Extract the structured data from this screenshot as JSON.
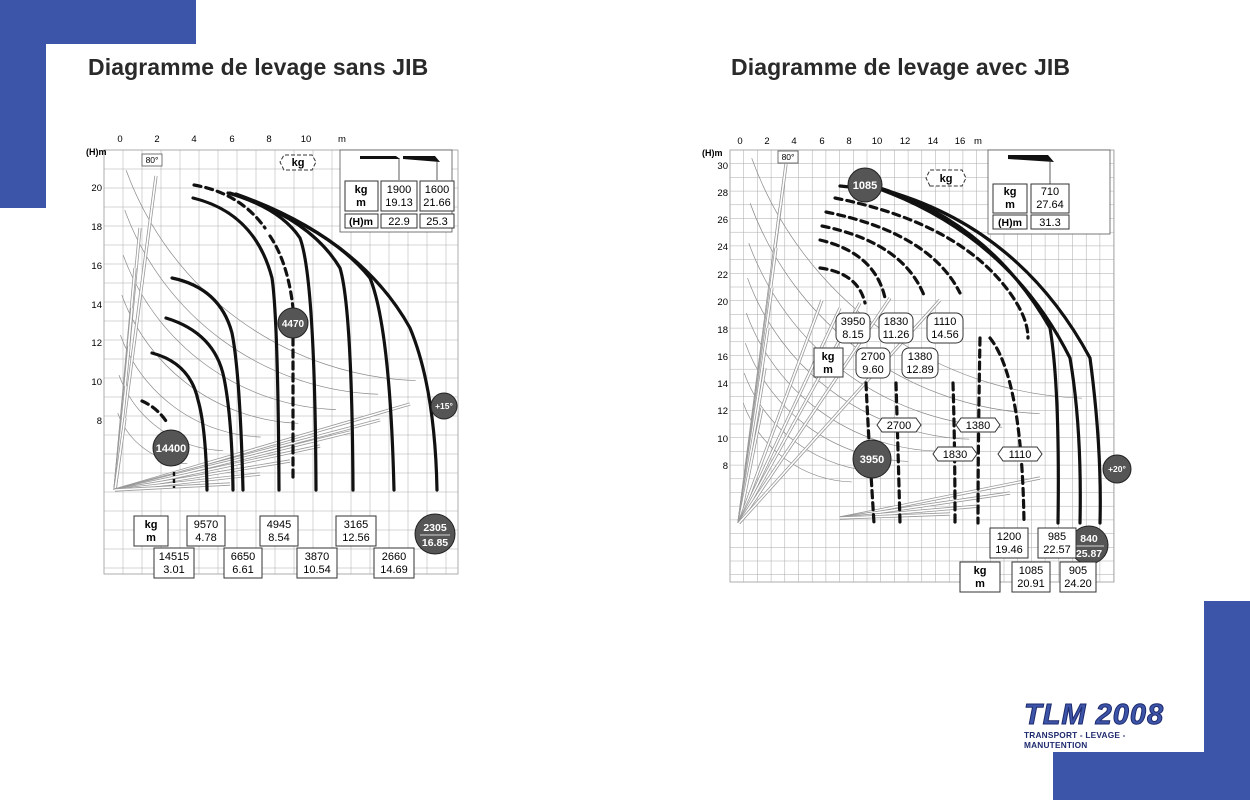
{
  "titles": {
    "left": "Diagramme de levage sans JIB",
    "right": "Diagramme de levage avec JIB"
  },
  "logo": {
    "main": "TLM 2008",
    "sub": "TRANSPORT - LEVAGE - MANUTENTION"
  },
  "colors": {
    "accent": "#3d55a8",
    "logo_dark": "#1e2a6e",
    "marker": "#555555"
  },
  "chart_data": [
    {
      "type": "diagram",
      "title": "Diagramme de levage sans JIB",
      "x_label": "m",
      "y_label": "(H)m",
      "x_ticks": [
        "0",
        "2",
        "4",
        "6",
        "8",
        "10"
      ],
      "y_ticks": [
        "8",
        "10",
        "12",
        "14",
        "16",
        "18",
        "20"
      ],
      "angle_label": "80°",
      "angle_label_2": "+15°",
      "unit_badge": "kg",
      "legend_rows": {
        "kg": "kg",
        "m": "m",
        "hm": "(H)m"
      },
      "legend_values": [
        {
          "kg": "1900",
          "m": "19.13",
          "hm": "22.9"
        },
        {
          "kg": "1600",
          "m": "21.66",
          "hm": "25.3"
        }
      ],
      "circle_markers": [
        {
          "value": "14400"
        },
        {
          "value": "4470"
        },
        {
          "value": "2305",
          "sub": "16.85"
        }
      ],
      "bottom_label": {
        "kg": "kg",
        "m": "m"
      },
      "bottom_pairs": [
        {
          "kg": "9570",
          "m": "4.78"
        },
        {
          "kg": "14515",
          "m": "3.01"
        },
        {
          "kg": "6650",
          "m": "6.61"
        },
        {
          "kg": "4945",
          "m": "8.54"
        },
        {
          "kg": "3870",
          "m": "10.54"
        },
        {
          "kg": "3165",
          "m": "12.56"
        },
        {
          "kg": "2660",
          "m": "14.69"
        }
      ]
    },
    {
      "type": "diagram",
      "title": "Diagramme de levage avec JIB",
      "x_label": "m",
      "y_label": "(H)m",
      "x_ticks": [
        "0",
        "2",
        "4",
        "6",
        "8",
        "10",
        "12",
        "14",
        "16"
      ],
      "y_ticks": [
        "8",
        "10",
        "12",
        "14",
        "16",
        "18",
        "20",
        "22",
        "24",
        "26",
        "28",
        "30"
      ],
      "angle_label": "80°",
      "angle_label_2": "+20°",
      "unit_badge": "kg",
      "legend_rows": {
        "kg": "kg",
        "m": "m",
        "hm": "(H)m"
      },
      "legend_values": [
        {
          "kg": "710",
          "m": "27.64",
          "hm": "31.3"
        }
      ],
      "circle_markers": [
        {
          "value": "1085"
        },
        {
          "value": "3950"
        },
        {
          "value": "840",
          "sub": "25.87"
        }
      ],
      "inner_label": {
        "kg": "kg",
        "m": "m"
      },
      "inner_pairs": [
        {
          "kg": "3950",
          "m": "8.15"
        },
        {
          "kg": "1830",
          "m": "11.26"
        },
        {
          "kg": "1110",
          "m": "14.56"
        },
        {
          "kg": "2700",
          "m": "9.60"
        },
        {
          "kg": "1380",
          "m": "12.89"
        }
      ],
      "tags": [
        "2700",
        "1380",
        "1830",
        "1110"
      ],
      "bottom_label": {
        "kg": "kg",
        "m": "m"
      },
      "bottom_pairs": [
        {
          "kg": "1200",
          "m": "19.46"
        },
        {
          "kg": "985",
          "m": "22.57"
        },
        {
          "kg": "1085",
          "m": "20.91"
        },
        {
          "kg": "905",
          "m": "24.20"
        }
      ]
    }
  ]
}
